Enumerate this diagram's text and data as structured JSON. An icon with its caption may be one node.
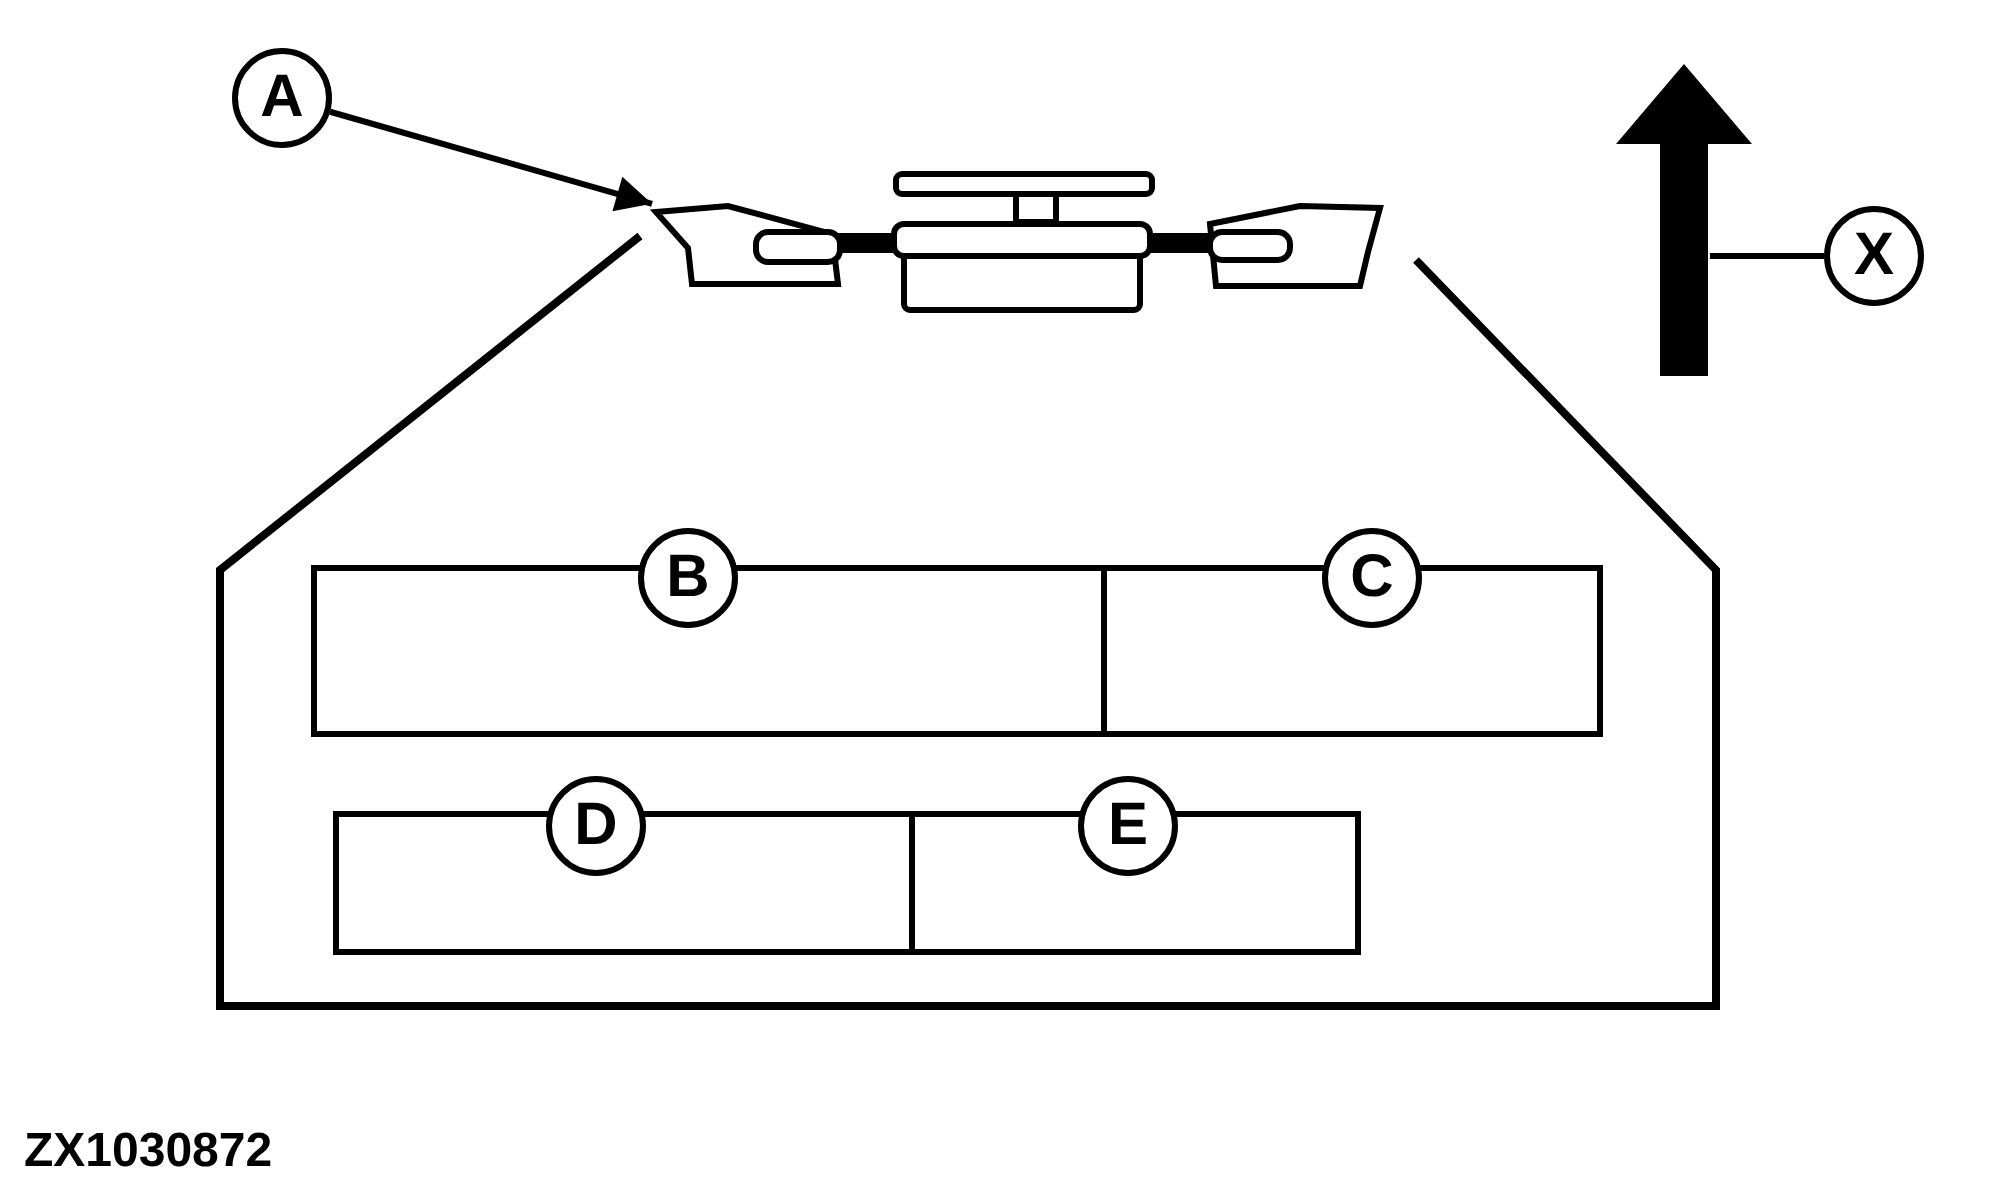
{
  "diagram": {
    "nodes": [
      {
        "text": [
          "A"
        ]
      },
      {
        "text": [],
        "shape": "picture"
      },
      {
        "text": [
          "X"
        ]
      },
      {
        "text": [],
        "shape": "arrow"
      },
      {
        "text": [
          "B"
        ]
      },
      {
        "text": [
          "C"
        ]
      },
      {
        "text": [
          "D"
        ]
      },
      {
        "text": [
          "E"
        ]
      }
    ],
    "edges": [
      {
        "from": 0,
        "to": 1,
        "arrow": "to"
      },
      {
        "from": 2,
        "to": 3,
        "arrow": "none"
      }
    ],
    "labels": [
      "ZX1030872"
    ]
  }
}
